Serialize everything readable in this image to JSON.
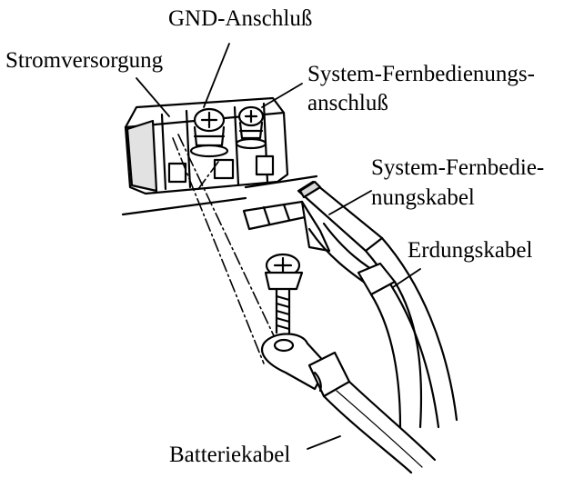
{
  "labels": {
    "gnd_anschluss": "GND-Anschluß",
    "stromversorgung": "Stromversorgung",
    "system_fernbedienungsanschluss_line1": "System-Fernbedienungs-",
    "system_fernbedienungsanschluss_line2": "anschluß",
    "system_fernbedienungskabel_line1": "System-Fernbedie-",
    "system_fernbedienungskabel_line2": "nungskabel",
    "erdungskabel": "Erdungskabel",
    "batteriekabel": "Batteriekabel"
  },
  "colors": {
    "ink": "#000000",
    "paper": "#ffffff",
    "shade": "#d8d8d8"
  }
}
